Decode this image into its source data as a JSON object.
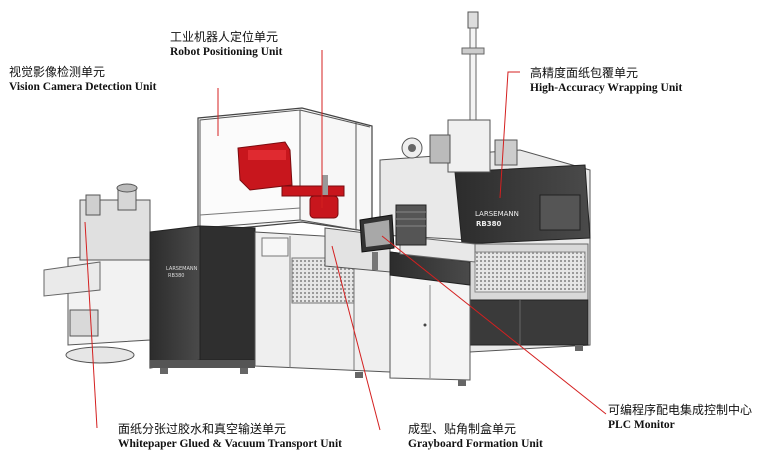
{
  "labels": {
    "robot": {
      "zh": "工业机器人定位单元",
      "en": "Robot Positioning Unit"
    },
    "vision": {
      "zh": "视觉影像检测单元",
      "en": "Vision Camera Detection Unit"
    },
    "wrapping": {
      "zh": "高精度面纸包覆单元",
      "en": "High-Accuracy Wrapping Unit"
    },
    "plc": {
      "zh": "可编程序配电集成控制中心",
      "en": "PLC Monitor"
    },
    "whitepaper": {
      "zh": "面纸分张过胶水和真空输送单元",
      "en": "Whitepaper Glued & Vacuum Transport Unit"
    },
    "grayboard": {
      "zh": "成型、贴角制盒单元",
      "en": "Grayboard Formation Unit"
    }
  },
  "machine": {
    "brand_main": "LARSEMANN",
    "model_main": "RB380",
    "brand_left": "LARSEMANN",
    "model_left": "RB380"
  },
  "colors": {
    "leader": "#d42020",
    "robot": "#c8161d",
    "panel_dark": "#3a3a3a",
    "panel_mid": "#cfcfcf",
    "panel_light": "#efefef"
  }
}
